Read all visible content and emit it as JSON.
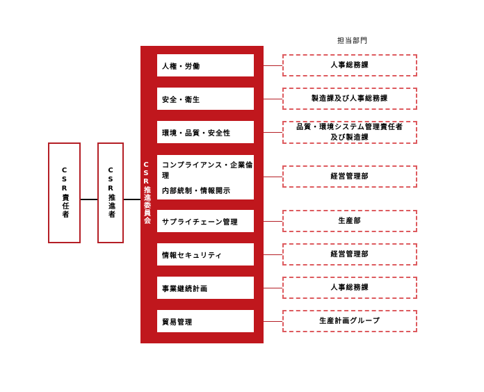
{
  "header": "担当部門",
  "csr_responsible": "CSR責任者",
  "csr_promoter": "CSR推進者",
  "committee": "CSR推進委員会",
  "items": [
    {
      "lines": [
        "人権・労働"
      ],
      "dept": [
        "人事総務課"
      ]
    },
    {
      "lines": [
        "安全・衛生"
      ],
      "dept": [
        "製造課及び人事総務課"
      ]
    },
    {
      "lines": [
        "環境・品質・安全性"
      ],
      "dept": [
        "品質・環境システム管理責任者",
        "及び製造課"
      ]
    },
    {
      "lines": [
        "コンプライアンス・企業倫理",
        "内部統制・情報開示"
      ],
      "dept": [
        "経営管理部"
      ]
    },
    {
      "lines": [
        "サプライチェーン管理"
      ],
      "dept": [
        "生産部"
      ]
    },
    {
      "lines": [
        "情報セキュリティ"
      ],
      "dept": [
        "経営管理部"
      ]
    },
    {
      "lines": [
        "事業継続計画"
      ],
      "dept": [
        "人事総務課"
      ]
    },
    {
      "lines": [
        "貿易管理"
      ],
      "dept": [
        "生産計画グループ"
      ]
    }
  ],
  "colors": {
    "accent": "#c0171d",
    "dashed_border": "#dd5a5e"
  }
}
